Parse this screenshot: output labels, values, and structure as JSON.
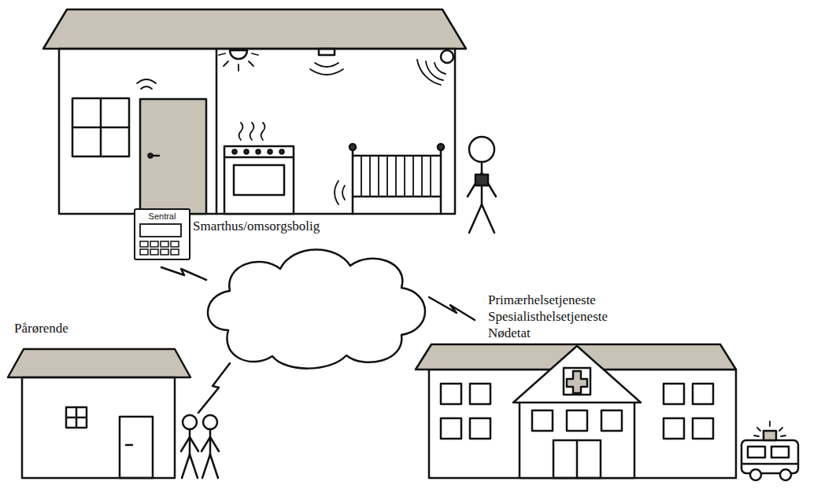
{
  "diagram": {
    "nodes": [
      {
        "text": [
          "Smarthus/omsorgsbolig"
        ]
      },
      {
        "text": [
          "Sentral"
        ],
        "in": 0
      },
      {
        "text": [
          "Pårørende"
        ]
      },
      {
        "text": [
          "Primærhelsetjeneste",
          "Spesialisthelsetjeneste",
          "Nødetat"
        ]
      }
    ]
  }
}
